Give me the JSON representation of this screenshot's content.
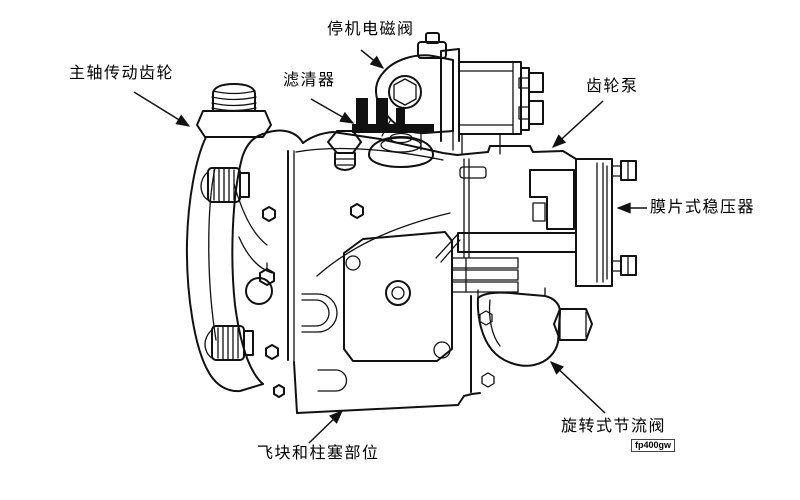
{
  "labels": {
    "main_shaft_drive_gear": "主轴传动齿轮",
    "stop_solenoid_valve": "停机电磁阀",
    "filter": "滤清器",
    "gear_pump": "齿轮泵",
    "diaphragm_regulator": "膜片式稳压器",
    "rotary_throttle_valve": "旋转式节流阀",
    "flyweight_plunger_area": "飞块和柱塞部位",
    "figure_code": "fp400gw"
  },
  "colors": {
    "ink": "#111111",
    "background": "#ffffff"
  }
}
